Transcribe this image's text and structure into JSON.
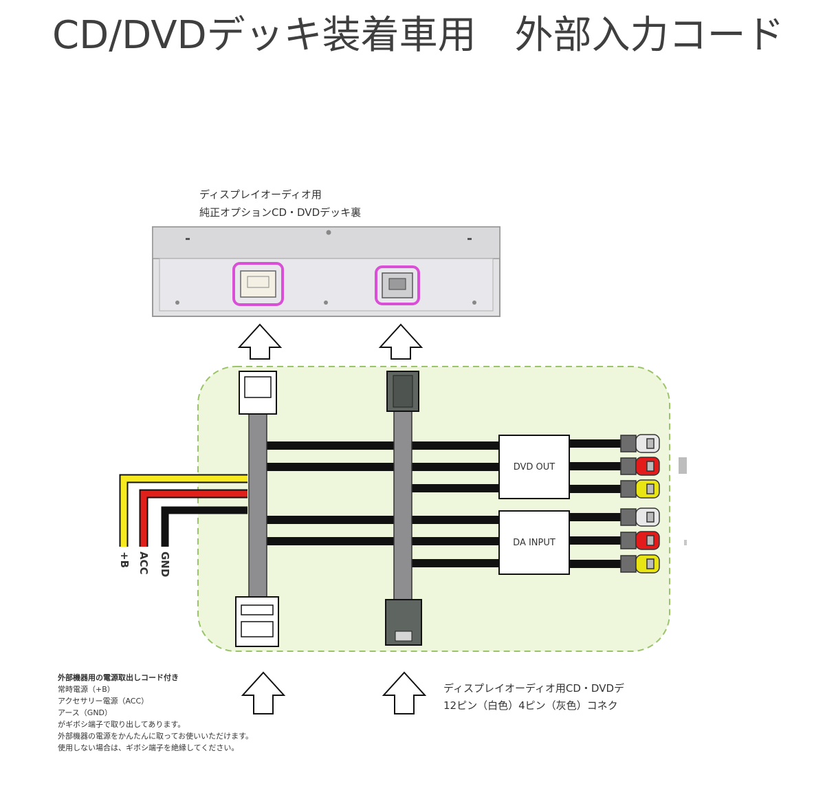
{
  "title": "CD/DVDデッキ装着車用　外部入力コード",
  "deck": {
    "caption_line1": "ディスプレイオーディオ用",
    "caption_line2": "純正オプションCD・DVDデッキ裏"
  },
  "boxes": {
    "dvd_out": "DVD OUT",
    "da_input": "DA INPUT"
  },
  "power_leads": {
    "plus_b": "+B",
    "acc": "ACC",
    "gnd": "GND"
  },
  "notes_left": [
    "外部機器用の電源取出しコード付き",
    "常時電源（+B）",
    "アクセサリー電源（ACC）",
    "アース（GND）",
    "がギボシ端子で取り出してあります。",
    "外部機器の電源をかんたんに取ってお使いいただけます。",
    "使用しない場合は、ギボシ端子を絶縁してください。"
  ],
  "notes_right": [
    "ディスプレイオーディオ用CD・DVDデ",
    "12ピン（白色）4ピン（灰色）コネク"
  ],
  "colors": {
    "panel_fill": "#eef7dc",
    "panel_border": "#9bc46a",
    "highlight": "#d94fd6",
    "wire_yellow": "#f6ea1f",
    "wire_red": "#e0201a",
    "wire_black": "#111111",
    "rca_red": "#e31b1b",
    "rca_yellow": "#e9e515",
    "rca_white": "#e8e8e8"
  }
}
